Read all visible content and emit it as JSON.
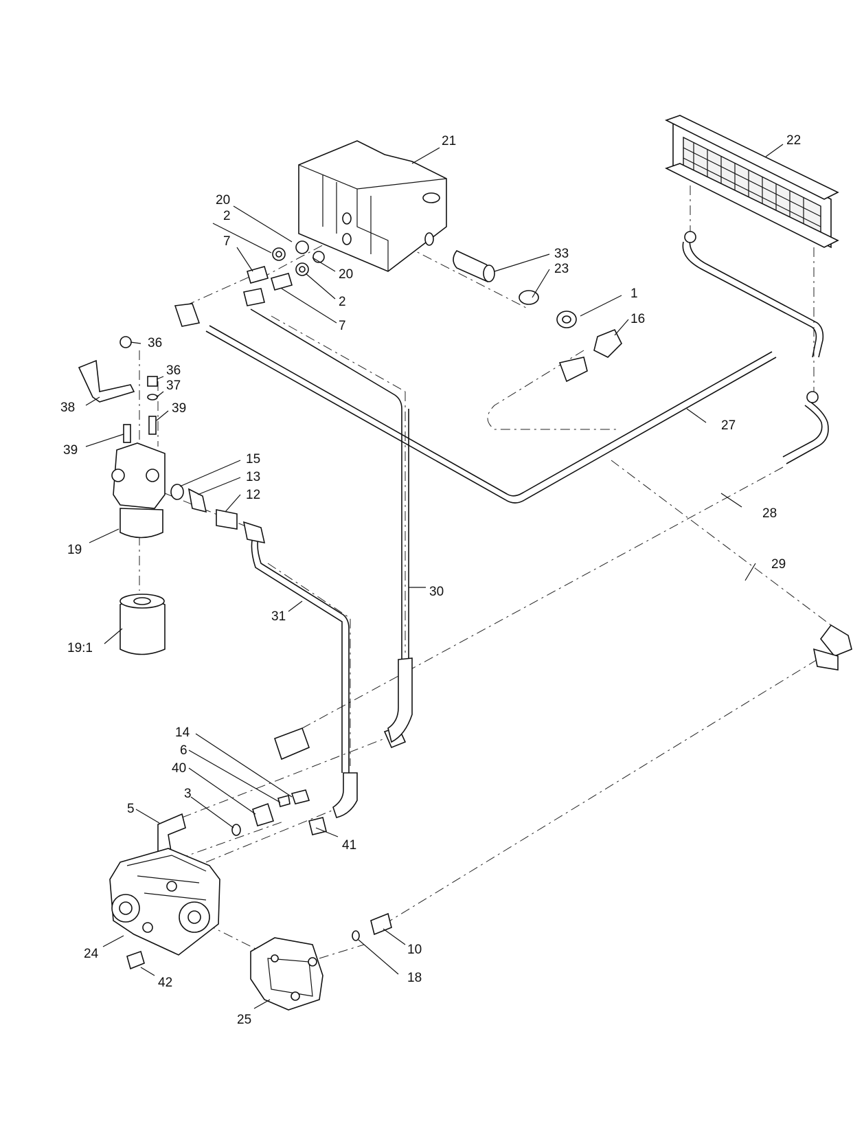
{
  "callouts": {
    "c1": "1",
    "c2a": "2",
    "c2b": "2",
    "c3": "3",
    "c5": "5",
    "c6": "6",
    "c7a": "7",
    "c7b": "7",
    "c10": "10",
    "c12": "12",
    "c13": "13",
    "c14": "14",
    "c15": "15",
    "c16": "16",
    "c18": "18",
    "c19": "19",
    "c19_1": "19:1",
    "c20a": "20",
    "c20b": "20",
    "c21": "21",
    "c22": "22",
    "c23": "23",
    "c24": "24",
    "c25": "25",
    "c27": "27",
    "c28": "28",
    "c29": "29",
    "c30": "30",
    "c31": "31",
    "c33": "33",
    "c36a": "36",
    "c36b": "36",
    "c37": "37",
    "c38": "38",
    "c39a": "39",
    "c39b": "39",
    "c40": "40",
    "c41": "41",
    "c42": "42"
  }
}
